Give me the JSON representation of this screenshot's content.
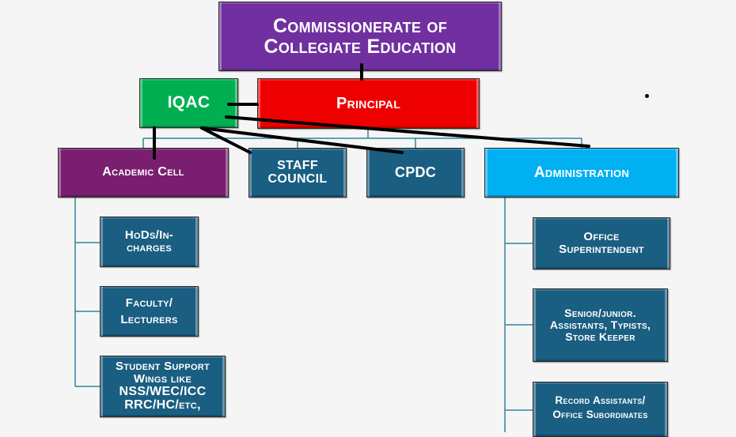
{
  "diagram": {
    "type": "org-chart",
    "colors": {
      "background": "#f5f5f5",
      "top": "#7030a0",
      "iqac": "#00b050",
      "principal": "#ee0000",
      "academic_cell": "#7a1f6f",
      "sub_units": "#1a5e82",
      "administration": "#00b0f0",
      "connector": "#31849b",
      "annotation_line": "#000000"
    },
    "nodes": {
      "top": {
        "lines": [
          "Commissionerate of",
          "Collegiate Education"
        ]
      },
      "iqac": {
        "lines": [
          "IQAC"
        ]
      },
      "principal": {
        "lines": [
          "Principal"
        ]
      },
      "academic_cell": {
        "lines": [
          "Academic Cell"
        ]
      },
      "staff_council": {
        "lines": [
          "STAFF",
          "COUNCIL"
        ]
      },
      "cpdc": {
        "lines": [
          "CPDC"
        ]
      },
      "administration": {
        "lines": [
          "Administration"
        ]
      },
      "hods": {
        "lines": [
          "HoDs/In-",
          "charges"
        ]
      },
      "faculty": {
        "lines": [
          "Faculty/",
          "Lecturers"
        ]
      },
      "student_support": {
        "lines": [
          "Student Support",
          "Wings like",
          "NSS/WEC/ICC",
          "RRC/HC/etc,"
        ]
      },
      "office_superintendent": {
        "lines": [
          "Office",
          "Superintendent"
        ]
      },
      "assistants": {
        "lines": [
          "Senior/junior.",
          "Assistants, Typists,",
          "Store Keeper"
        ]
      },
      "record_assistants": {
        "lines": [
          "Record Assistants/",
          "Office Subordinates"
        ]
      }
    },
    "edges": [
      {
        "from": "top",
        "to": "principal",
        "style": "annotation"
      },
      {
        "from": "iqac",
        "to": "principal",
        "style": "annotation"
      },
      {
        "from": "principal",
        "to": "academic_cell",
        "style": "connector"
      },
      {
        "from": "principal",
        "to": "staff_council",
        "style": "connector"
      },
      {
        "from": "principal",
        "to": "cpdc",
        "style": "connector"
      },
      {
        "from": "principal",
        "to": "administration",
        "style": "connector"
      },
      {
        "from": "iqac",
        "to": "academic_cell",
        "style": "annotation"
      },
      {
        "from": "iqac",
        "to": "staff_council",
        "style": "annotation"
      },
      {
        "from": "iqac",
        "to": "cpdc",
        "style": "annotation"
      },
      {
        "from": "iqac",
        "to": "administration",
        "style": "annotation"
      },
      {
        "from": "academic_cell",
        "to": "hods",
        "style": "connector"
      },
      {
        "from": "academic_cell",
        "to": "faculty",
        "style": "connector"
      },
      {
        "from": "academic_cell",
        "to": "student_support",
        "style": "connector"
      },
      {
        "from": "administration",
        "to": "office_superintendent",
        "style": "connector"
      },
      {
        "from": "administration",
        "to": "assistants",
        "style": "connector"
      },
      {
        "from": "administration",
        "to": "record_assistants",
        "style": "connector"
      }
    ]
  }
}
